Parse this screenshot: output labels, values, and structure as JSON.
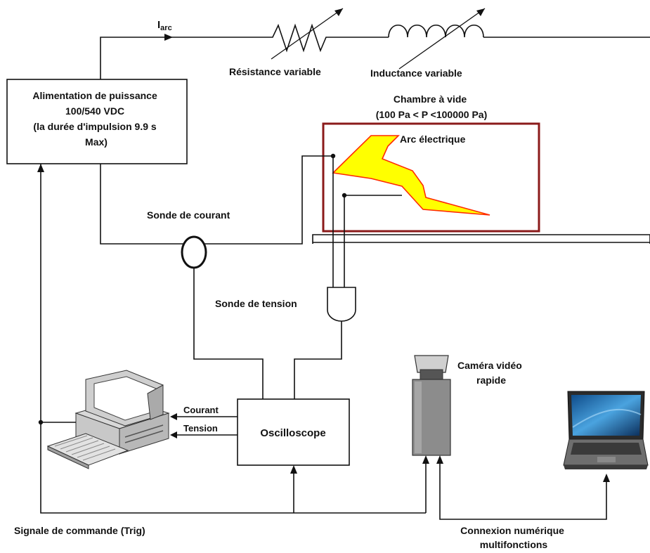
{
  "labels": {
    "current_symbol": "I",
    "current_subscript": "arc",
    "resistor": "Résistance variable",
    "inductor": "Inductance variable",
    "power_supply": [
      "Alimentation de puissance",
      "100/540 VDC",
      "(la durée d'impulsion 9.9 s",
      "Max)"
    ],
    "chamber": [
      "Chambre à vide",
      "(100 Pa < P <100000 Pa)"
    ],
    "arc": "Arc électrique",
    "current_probe": "Sonde de courant",
    "voltage_probe": "Sonde de tension",
    "camera": [
      "Caméra vidéo",
      "rapide"
    ],
    "computer_in_current": "Courant",
    "computer_in_voltage": "Tension",
    "oscilloscope": "Oscilloscope",
    "trigger_signal": "Signale de commande (Trig)",
    "digital_link": [
      "Connexion numérique",
      "multifonctions"
    ]
  },
  "colors": {
    "wire": "#111111",
    "chamber_border": "#8b1a1a",
    "arc_fill": "#ffff00",
    "arc_stroke": "#ff2a00"
  },
  "icons": {
    "computer": "desktop-computer-icon",
    "laptop": "laptop-icon",
    "camera": "high-speed-camera-icon"
  }
}
